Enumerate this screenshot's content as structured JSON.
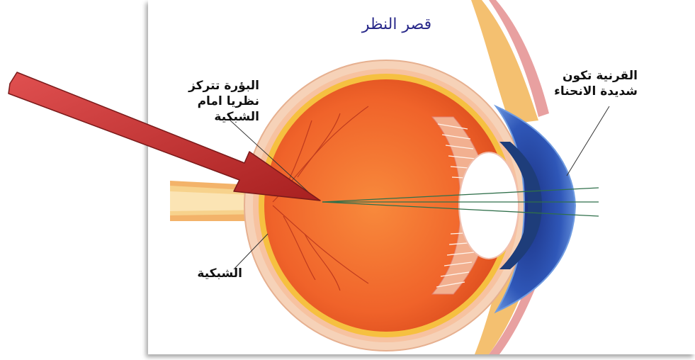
{
  "diagram": {
    "title": "قصر النظر",
    "labels": {
      "focus": [
        "البؤرة تتركز",
        "نظريا امام",
        "الشبكية"
      ],
      "cornea": [
        "القرنية تكون",
        "شديدة الانحناء"
      ],
      "retina": "الشبكية"
    },
    "colors": {
      "eyeball": "#f06a2c",
      "sclera": "#f4c8a8",
      "cornea": "#2f57b8",
      "arrow": "#c0392b",
      "title": "#2a2a8a"
    }
  }
}
